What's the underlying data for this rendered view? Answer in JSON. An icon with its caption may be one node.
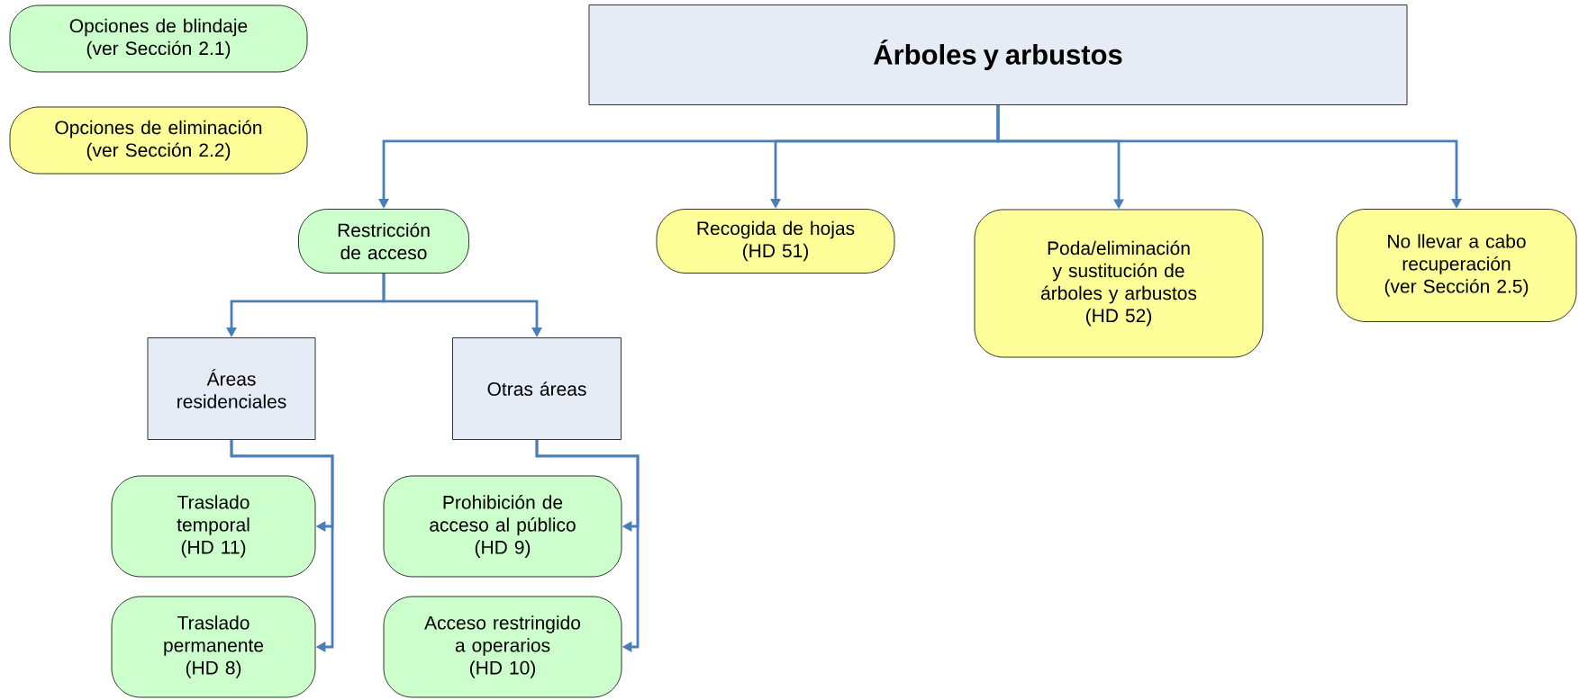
{
  "diagram": {
    "nodes": [
      {
        "text": [
          "Opciones de blindaje",
          "(ver Sección 2.1)"
        ]
      },
      {
        "text": [
          "Opciones de eliminación",
          "(ver Sección 2.2)"
        ]
      },
      {
        "text": [
          "Árboles y arbustos"
        ]
      },
      {
        "text": [
          "Restricción de acceso"
        ]
      },
      {
        "text": [
          "Recogida de hojas",
          "(HD 51)"
        ]
      },
      {
        "text": [
          "Poda/eliminación y sustitución de árboles y arbustos",
          "(HD 52)"
        ]
      },
      {
        "text": [
          "No llevar a cabo recuperación",
          "(ver Sección 2.5)"
        ]
      },
      {
        "text": [
          "Áreas residenciales"
        ]
      },
      {
        "text": [
          "Otras áreas"
        ]
      },
      {
        "text": [
          "Traslado temporal",
          "(HD 11)"
        ]
      },
      {
        "text": [
          "Traslado permanente",
          "(HD 8)"
        ]
      },
      {
        "text": [
          "Prohibición de acceso al público",
          "(HD 9)"
        ]
      },
      {
        "text": [
          "Acceso restringido a operarios",
          "(HD 10)"
        ]
      }
    ],
    "edges": [
      {
        "from": 2,
        "to": 3,
        "arrow": "to"
      },
      {
        "from": 2,
        "to": 4,
        "arrow": "to"
      },
      {
        "from": 2,
        "to": 5,
        "arrow": "to"
      },
      {
        "from": 2,
        "to": 6,
        "arrow": "to"
      },
      {
        "from": 3,
        "to": 7,
        "arrow": "to"
      },
      {
        "from": 3,
        "to": 8,
        "arrow": "to"
      },
      {
        "from": 7,
        "to": 9,
        "arrow": "to"
      },
      {
        "from": 7,
        "to": 10,
        "arrow": "to"
      },
      {
        "from": 8,
        "to": 11,
        "arrow": "to"
      },
      {
        "from": 8,
        "to": 12,
        "arrow": "to"
      }
    ]
  }
}
